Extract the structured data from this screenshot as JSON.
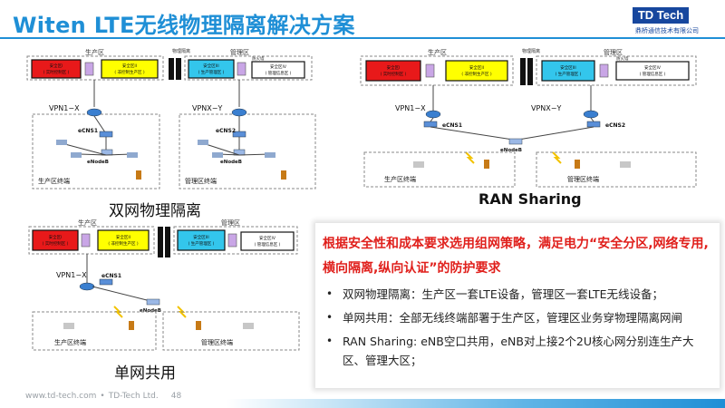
{
  "header": {
    "title": "Witen LTE无线物理隔离解决方案",
    "logo_text": "TD Tech",
    "logo_subtext": "鼎桥通信技术有限公司"
  },
  "diagram_common": {
    "production_zone": "生产区",
    "management_zone": "管理区",
    "isolation_device": "物理隔离",
    "zone1_box": "安全区I",
    "zone1_desc": "( 实时控制区 )",
    "zone2_box": "安全区II",
    "zone2_desc": "( 非控制生产区 )",
    "zone3_box": "安全区III",
    "zone3_desc": "( 生产管理区 )",
    "zone4_box": "安全区IV",
    "zone4_desc": "( 管理信息区 )",
    "firewall": "防火墙",
    "enodeb": "eNodeB",
    "prod_terminals": "生产区终端",
    "mgmt_terminals": "管理区终端"
  },
  "dual_network": {
    "vpn_left": "VPN1−X",
    "vpn_right": "VPNX−Y",
    "cns_left": "eCNS1",
    "cns_right": "eCNS2",
    "caption": "双网物理隔离"
  },
  "ran_sharing": {
    "vpn": "VPN1−X",
    "vpn2": "VPNX−Y",
    "cns_left": "eCNS1",
    "cns_right": "eCNS2",
    "caption": "RAN Sharing"
  },
  "single_network": {
    "vpn": "VPN1−X",
    "cns": "eCNS1",
    "caption": "单网共用"
  },
  "textbox": {
    "headline": "根据安全性和成本要求选用组网策略，满足电力“安全分区,网络专用,横向隔离,纵向认证”的防护要求",
    "bullet_symbol": "•",
    "bullets": [
      "双网物理隔离：生产区一套LTE设备，管理区一套LTE无线设备；",
      "单网共用：全部无线终端部署于生产区，管理区业务穿物理隔离网闸",
      "RAN Sharing: eNB空口共用，eNB对上接2个2U核心网分别连生产大区、管理大区；"
    ]
  },
  "footer": {
    "url": "www.td-tech.com",
    "separator": "•",
    "company": "TD-Tech Ltd.",
    "page": "48"
  },
  "colors": {
    "title_blue": "#1f8fd6",
    "headline_red": "#e0201c",
    "zone1_red": "#e8191a",
    "zone2_yellow": "#ffff00",
    "zone3_cyan": "#33c6ec",
    "logo_navy": "#17479e"
  }
}
